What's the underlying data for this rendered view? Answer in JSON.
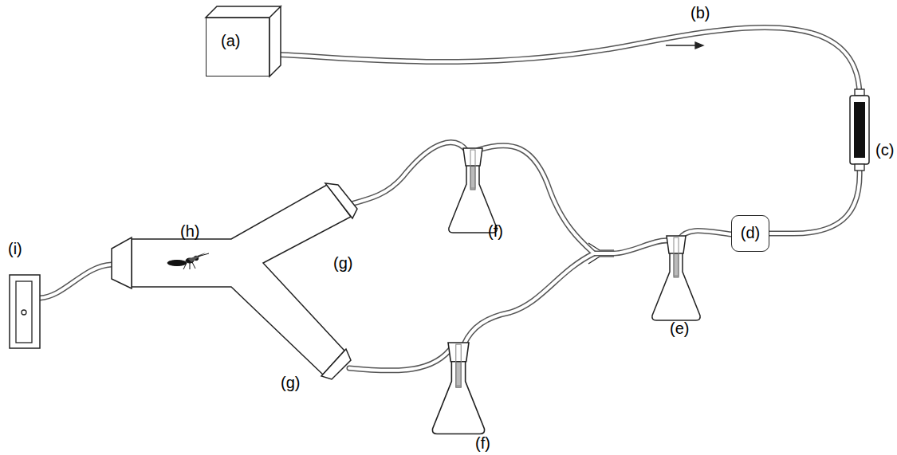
{
  "diagram": {
    "nodes": [
      {
        "text": [
          "(a)"
        ]
      },
      {
        "text": [
          "(d)"
        ]
      }
    ],
    "edges": [
      {
        "from": 0,
        "to": 1,
        "arrow": "none"
      }
    ],
    "labels": [
      "(b)",
      "(c)",
      "(e)",
      "(f)",
      "(f)",
      "(g)",
      "(g)",
      "(h)",
      "(i)"
    ]
  }
}
